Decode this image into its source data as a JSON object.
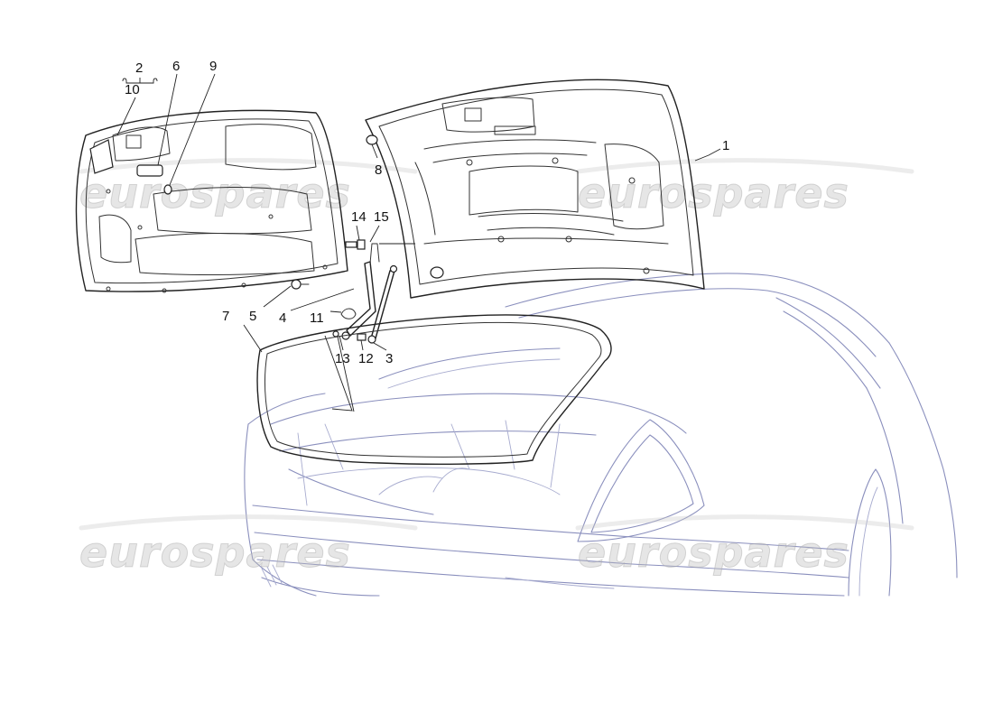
{
  "diagram": {
    "watermark_text": "eurospares",
    "callouts": [
      "1",
      "2",
      "3",
      "4",
      "5",
      "6",
      "7",
      "8",
      "9",
      "10",
      "11",
      "12",
      "13",
      "14",
      "15"
    ],
    "colors": {
      "car_outline": "#8a8fbd",
      "part_outline": "#222222",
      "watermark": "#bebebe"
    }
  }
}
